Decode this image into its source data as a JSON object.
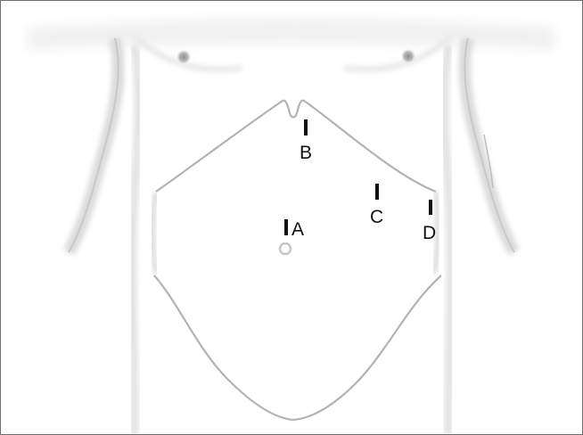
{
  "markers": {
    "a": {
      "label": "A"
    },
    "b": {
      "label": "B"
    },
    "c": {
      "label": "C"
    },
    "d": {
      "label": "D"
    }
  }
}
